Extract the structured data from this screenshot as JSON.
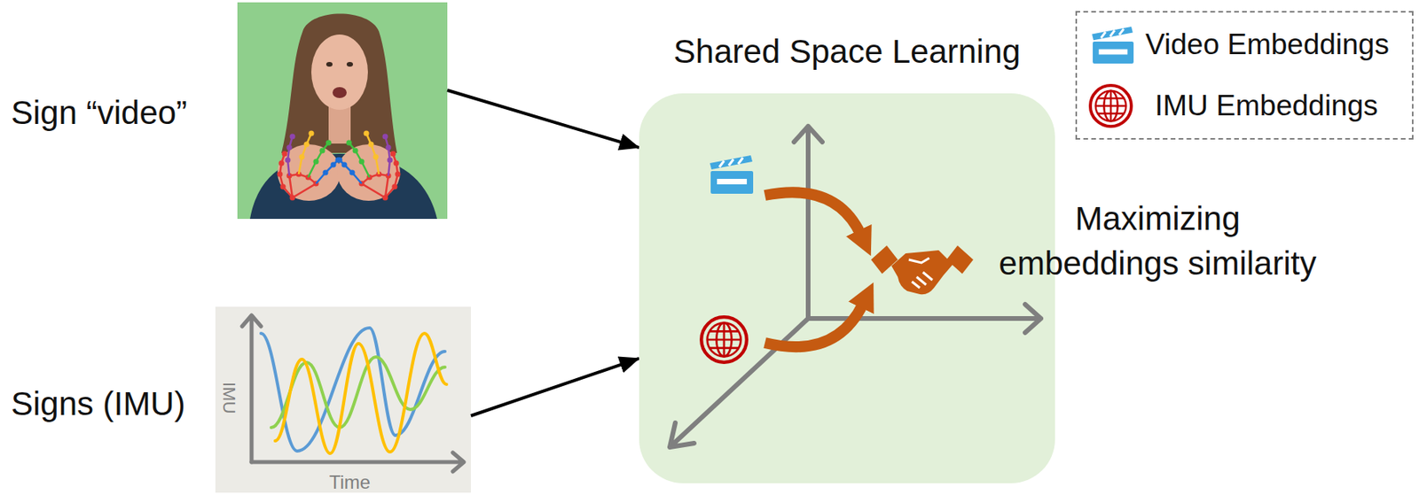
{
  "diagram": {
    "nodes": [
      {
        "text": [
          "Sign “video”"
        ]
      },
      {
        "text": [
          "Signs (IMU)"
        ]
      },
      {
        "text": [
          "Shared Space Learning"
        ]
      }
    ],
    "edges": [
      {
        "from": 0,
        "to": 2,
        "arrow": "to"
      },
      {
        "from": 1,
        "to": 2,
        "arrow": "to"
      }
    ],
    "labels": [
      "Maximizing embeddings similarity",
      "IMU",
      "Time"
    ],
    "legend": [
      {
        "text": "Video Embeddings"
      },
      {
        "text": "IMU Embeddings"
      }
    ]
  }
}
